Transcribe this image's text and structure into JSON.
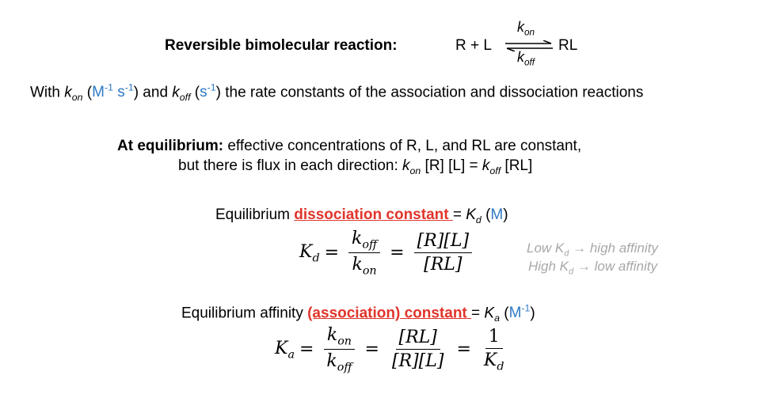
{
  "colors": {
    "blue": "#2f78c4",
    "red": "#e0352b",
    "gray": "#a8a8a8"
  },
  "reaction": {
    "label": "Reversible bimolecular reaction:",
    "reactants": "R + L",
    "product": "RL",
    "k_on_k": "k",
    "k_on_sub": "on",
    "k_off_k": "k",
    "k_off_sub": "off"
  },
  "rate_line": {
    "t1": "With ",
    "k1": "k",
    "k1_sub": "on",
    "p1": " (",
    "u1_base1": "M",
    "u1_sup1": "-1",
    "u1_base2": " s",
    "u1_sup2": "-1",
    "p2": ") and ",
    "k2": "k",
    "k2_sub": "off",
    "p3": " (",
    "u2_base": "s",
    "u2_sup": "-1",
    "p4": ") the rate constants of the association and dissociation reactions"
  },
  "equilibrium": {
    "bold": "At equilibrium:",
    "line1_rest": " effective concentrations of R, L, and RL are constant,",
    "line2_a": "but there is flux in each direction: ",
    "line2_k1": "k",
    "line2_k1_sub": "on",
    "line2_b": " [R] [L] = ",
    "line2_k2": "k",
    "line2_k2_sub": "off",
    "line2_c": " [RL]"
  },
  "dissociation": {
    "pre": "Equilibrium ",
    "red": "dissociation constant ",
    "eq": "= ",
    "K": "K",
    "K_sub": "d",
    "unit_open": " (",
    "unit": "M",
    "unit_close": ")",
    "formula": {
      "lhs": "K",
      "lhs_sub": "d",
      "f1_num": "k",
      "f1_num_sub": "off",
      "f1_den": "k",
      "f1_den_sub": "on",
      "f2_num": "[R][L]",
      "f2_den": "[RL]"
    },
    "note1_a": "Low K",
    "note1_sub": "d",
    "note1_b": " → high affinity",
    "note2_a": "High K",
    "note2_sub": "d",
    "note2_b": " → low affinity"
  },
  "association": {
    "pre": "Equilibrium affinity ",
    "red": "(association) constant ",
    "eq": "= ",
    "K": "K",
    "K_sub": "a",
    "unit_open": " (",
    "unit": "M",
    "unit_sup": "-1",
    "unit_close": ")",
    "formula": {
      "lhs": "K",
      "lhs_sub": "a",
      "f1_num": "k",
      "f1_num_sub": "on",
      "f1_den": "k",
      "f1_den_sub": "off",
      "f2_num": "[RL]",
      "f2_den": "[R][L]",
      "f3_num": "1",
      "f3_den": "K",
      "f3_den_sub": "d"
    }
  }
}
